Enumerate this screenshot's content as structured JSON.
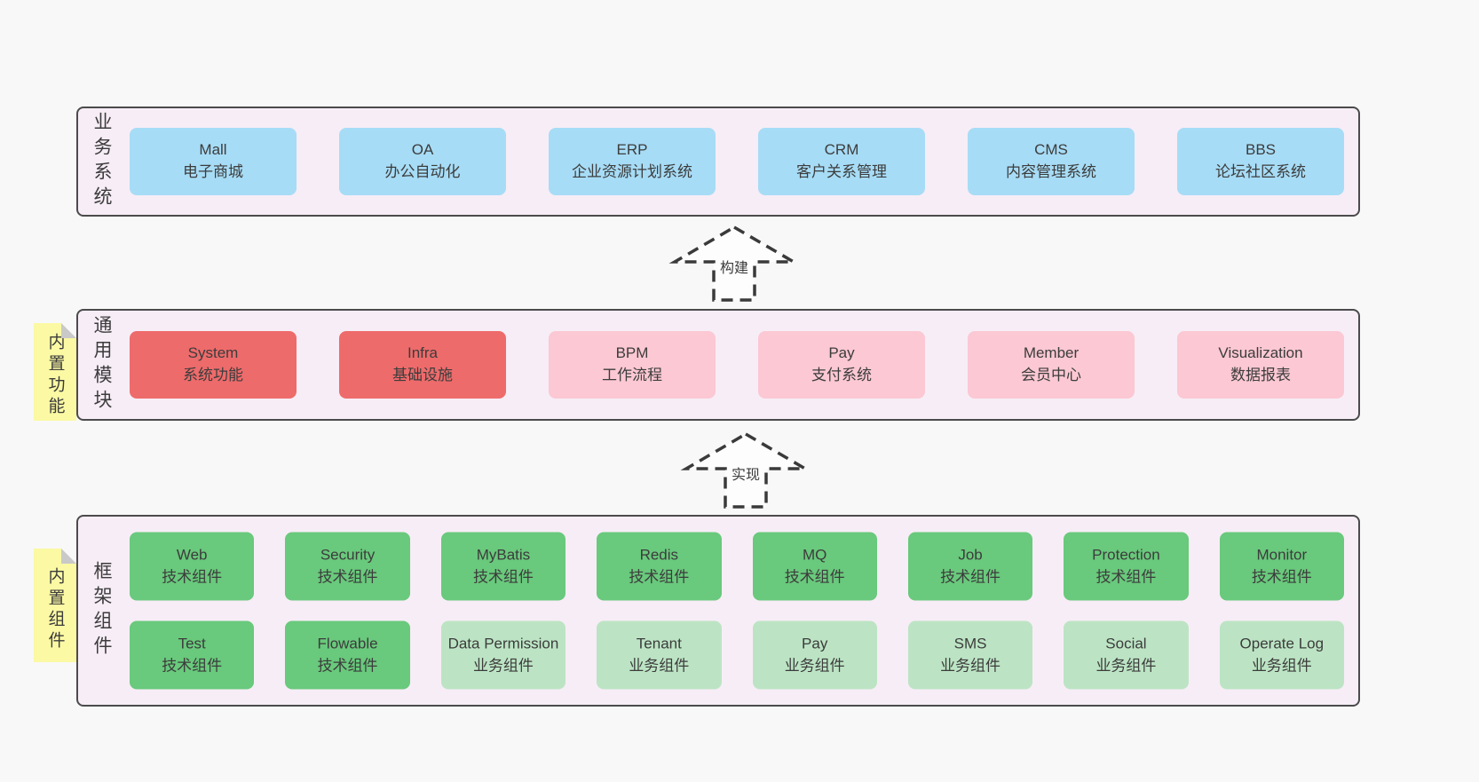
{
  "colors": {
    "page_bg": "#f8f8f8",
    "container_bg": "#f7edf6",
    "container_border": "#4b4b4b",
    "box_blue": "#a7dcf6",
    "box_red": "#ee6b6b",
    "box_pink": "#fbc8d3",
    "box_green": "#69c97c",
    "box_green_light": "#bce4c4",
    "note_yellow": "#fbf9a3",
    "note_fold": "#c9c9c9",
    "text": "#3c3c3c",
    "arrow_stroke": "#3a3a3a"
  },
  "layers": {
    "business": {
      "label": "业务系统",
      "boxes": [
        {
          "title": "Mall",
          "subtitle": "电子商城",
          "variant": "blue"
        },
        {
          "title": "OA",
          "subtitle": "办公自动化",
          "variant": "blue"
        },
        {
          "title": "ERP",
          "subtitle": "企业资源计划系统",
          "variant": "blue"
        },
        {
          "title": "CRM",
          "subtitle": "客户关系管理",
          "variant": "blue"
        },
        {
          "title": "CMS",
          "subtitle": "内容管理系统",
          "variant": "blue"
        },
        {
          "title": "BBS",
          "subtitle": "论坛社区系统",
          "variant": "blue"
        }
      ]
    },
    "modules": {
      "label": "通用模块",
      "note": "内置功能",
      "boxes": [
        {
          "title": "System",
          "subtitle": "系统功能",
          "variant": "red"
        },
        {
          "title": "Infra",
          "subtitle": "基础设施",
          "variant": "red"
        },
        {
          "title": "BPM",
          "subtitle": "工作流程",
          "variant": "pink"
        },
        {
          "title": "Pay",
          "subtitle": "支付系统",
          "variant": "pink"
        },
        {
          "title": "Member",
          "subtitle": "会员中心",
          "variant": "pink"
        },
        {
          "title": "Visualization",
          "subtitle": "数据报表",
          "variant": "pink"
        }
      ]
    },
    "components": {
      "label": "框架组件",
      "note": "内置组件",
      "boxes": [
        {
          "title": "Web",
          "subtitle": "技术组件",
          "variant": "green"
        },
        {
          "title": "Security",
          "subtitle": "技术组件",
          "variant": "green"
        },
        {
          "title": "MyBatis",
          "subtitle": "技术组件",
          "variant": "green"
        },
        {
          "title": "Redis",
          "subtitle": "技术组件",
          "variant": "green"
        },
        {
          "title": "MQ",
          "subtitle": "技术组件",
          "variant": "green"
        },
        {
          "title": "Job",
          "subtitle": "技术组件",
          "variant": "green"
        },
        {
          "title": "Protection",
          "subtitle": "技术组件",
          "variant": "green"
        },
        {
          "title": "Monitor",
          "subtitle": "技术组件",
          "variant": "green"
        },
        {
          "title": "Test",
          "subtitle": "技术组件",
          "variant": "green"
        },
        {
          "title": "Flowable",
          "subtitle": "技术组件",
          "variant": "green"
        },
        {
          "title": "Data Permission",
          "subtitle": "业务组件",
          "variant": "green-light"
        },
        {
          "title": "Tenant",
          "subtitle": "业务组件",
          "variant": "green-light"
        },
        {
          "title": "Pay",
          "subtitle": "业务组件",
          "variant": "green-light"
        },
        {
          "title": "SMS",
          "subtitle": "业务组件",
          "variant": "green-light"
        },
        {
          "title": "Social",
          "subtitle": "业务组件",
          "variant": "green-light"
        },
        {
          "title": "Operate Log",
          "subtitle": "业务组件",
          "variant": "green-light"
        }
      ]
    }
  },
  "arrows": {
    "build": {
      "label": "构建"
    },
    "implement": {
      "label": "实现"
    }
  }
}
